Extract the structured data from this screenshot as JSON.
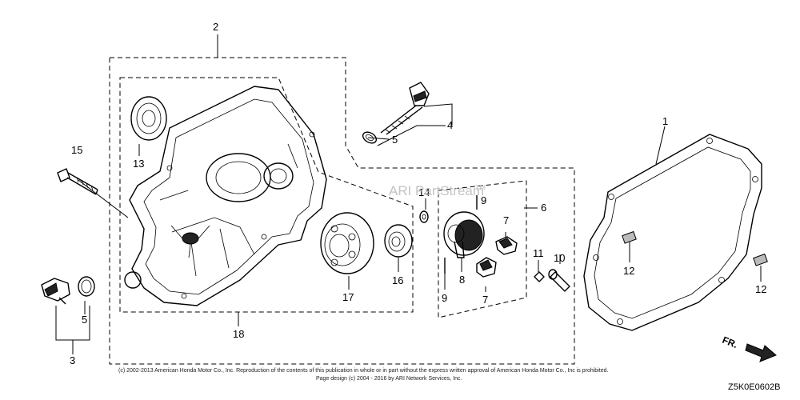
{
  "callouts": {
    "c1": "1",
    "c2": "2",
    "c3": "3",
    "c4": "4",
    "c5a": "5",
    "c5b": "5",
    "c6": "6",
    "c7a": "7",
    "c7b": "7",
    "c8": "8",
    "c9a": "9",
    "c9b": "9",
    "c10": "10",
    "c11": "11",
    "c12a": "12",
    "c12b": "12",
    "c13": "13",
    "c14": "14",
    "c15": "15",
    "c16": "16",
    "c17": "17",
    "c18": "18"
  },
  "watermark": {
    "text": "ARI PartStream",
    "tm": "TM"
  },
  "footer": {
    "copyright_line1": "(c) 2002-2013 American Honda Motor Co., Inc. Reproduction of the contents of this publication in whole or in part without the express written approval of American Honda Motor Co., Inc is prohibited.",
    "copyright_line2": "Page design (c) 2004 - 2016 by ARI Network Services, Inc.",
    "diagram_code": "Z5K0E0602B"
  },
  "front_indicator": {
    "label": "FR."
  }
}
